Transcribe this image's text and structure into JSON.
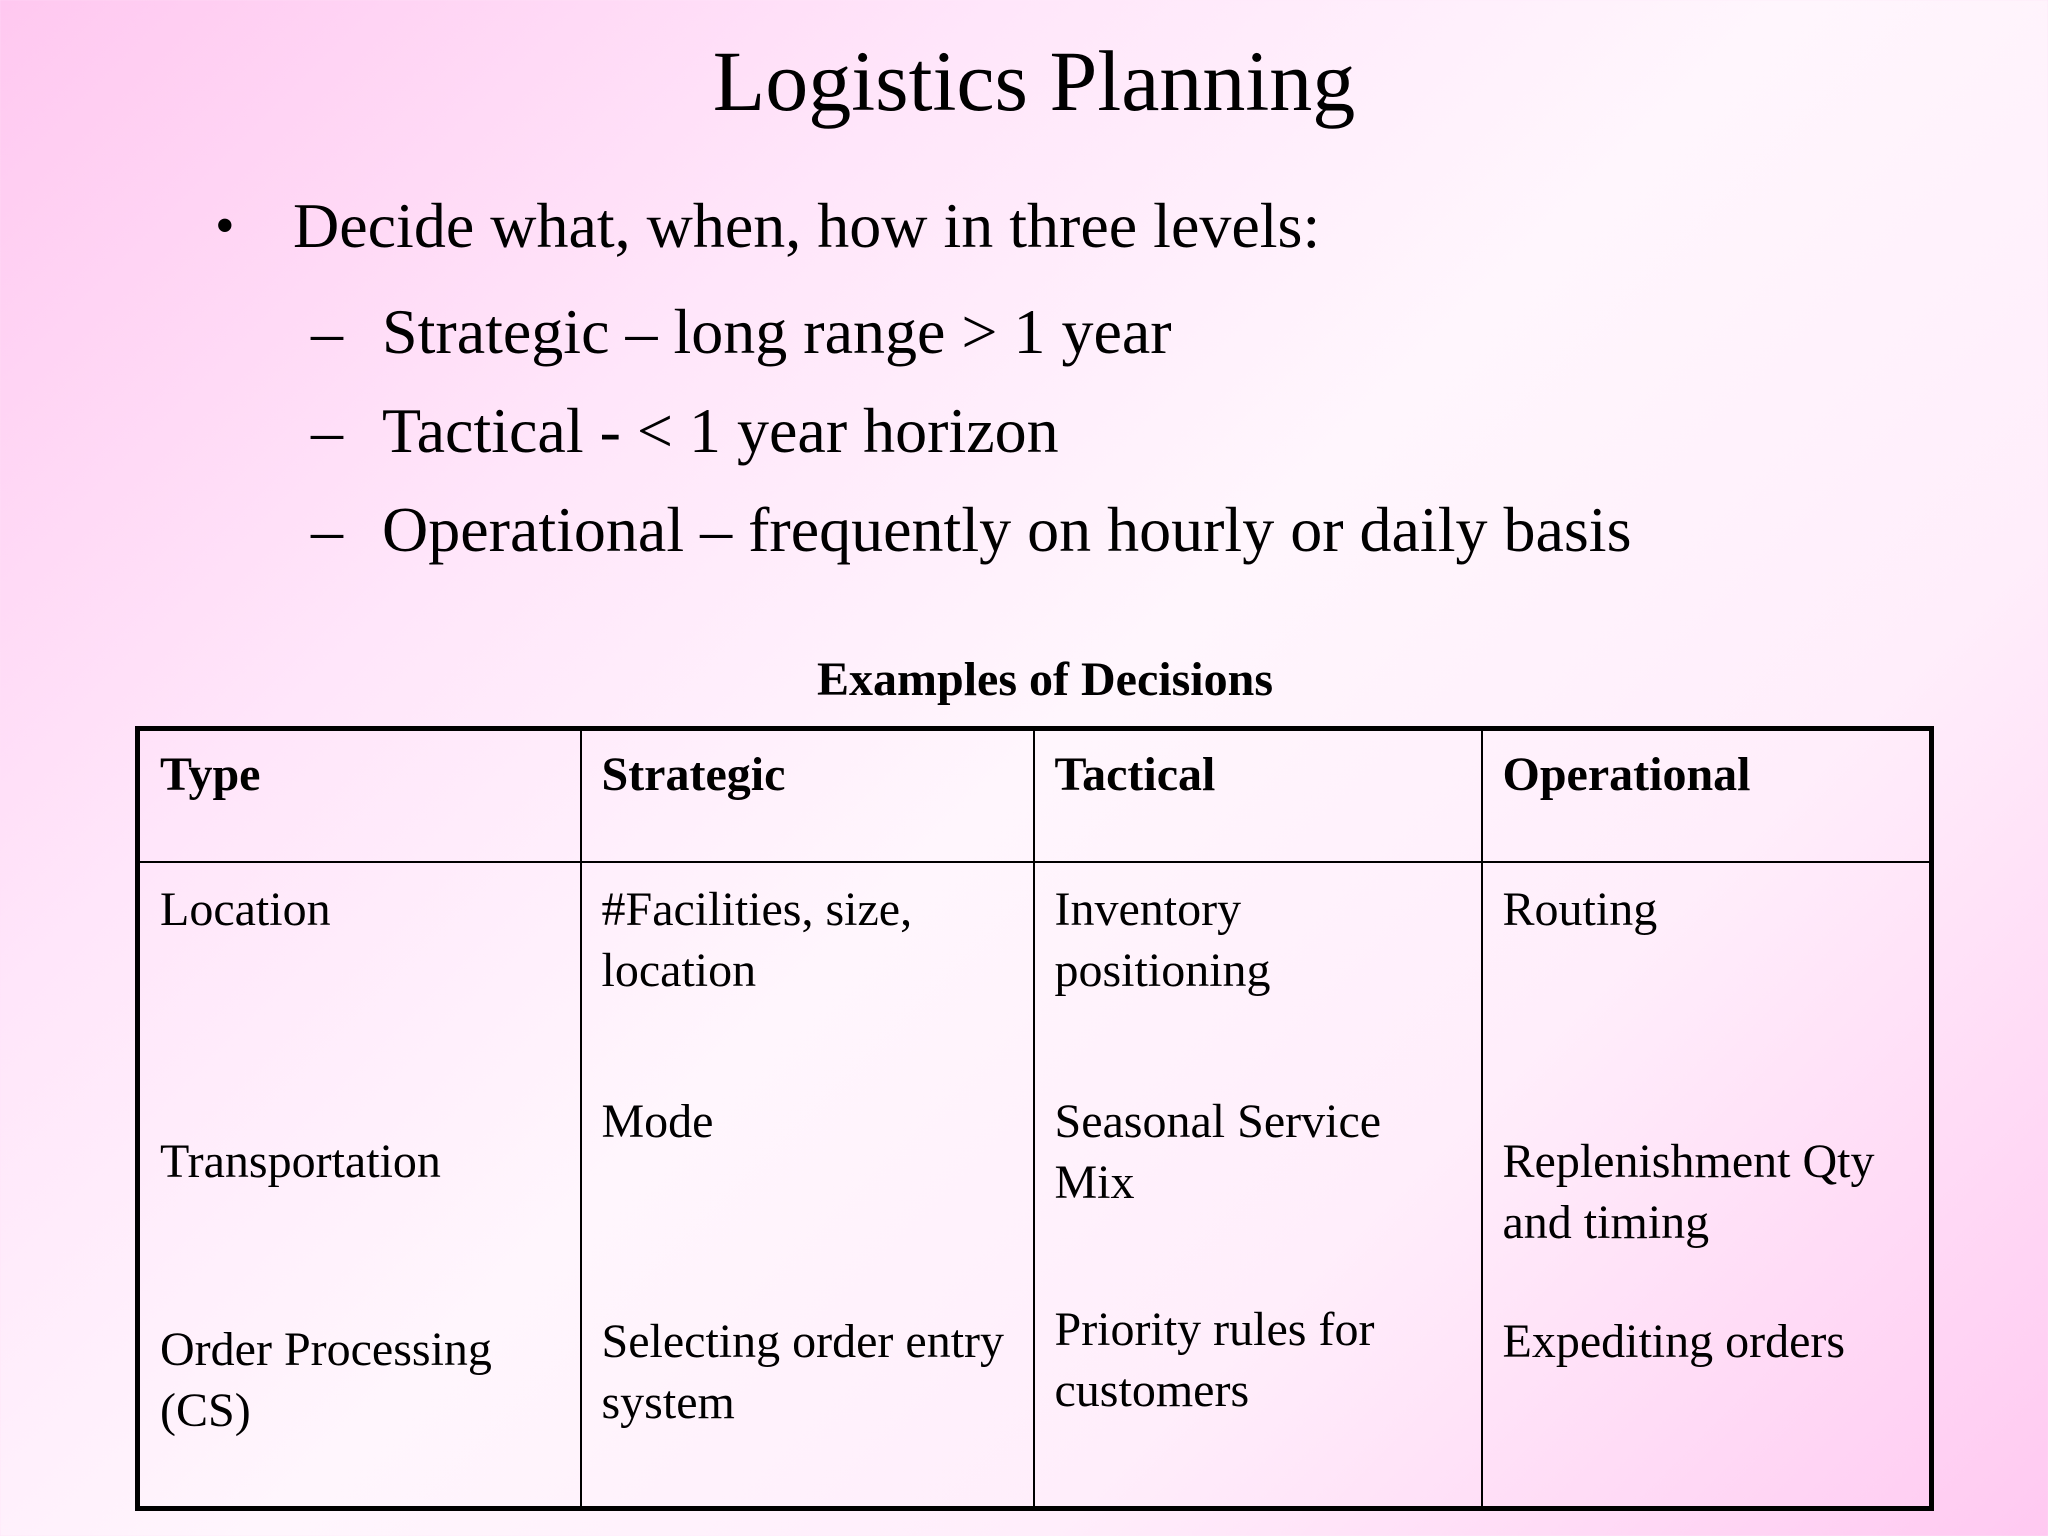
{
  "slide": {
    "title": "Logistics Planning",
    "bullet": {
      "marker": "•",
      "text": "Decide what, when, how in three levels:",
      "sub_marker": "–",
      "subitems": [
        "Strategic – long range > 1 year",
        "Tactical - < 1 year horizon",
        "Operational – frequently on hourly or daily basis"
      ]
    },
    "table": {
      "caption": "Examples of Decisions",
      "headers": [
        "Type",
        "Strategic",
        "Tactical",
        "Operational"
      ],
      "rows": [
        [
          "Location",
          "#Facilities, size, location",
          "Inventory positioning",
          "Routing"
        ],
        [
          "Transportation",
          "Mode",
          "Seasonal Service Mix",
          "Replenishment Qty and timing"
        ],
        [
          "Order Processing (CS)",
          "Selecting order entry system",
          "Priority rules for customers",
          "Expediting orders"
        ]
      ]
    }
  }
}
